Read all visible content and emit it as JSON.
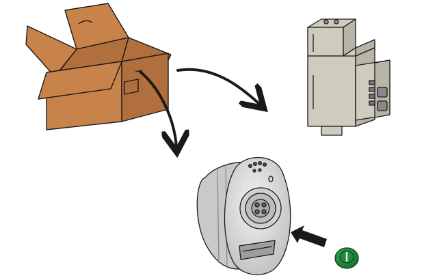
{
  "figure": {
    "items": [
      {
        "key": "box",
        "icon": "cardboard-box-icon"
      },
      {
        "key": "module",
        "icon": "din-rail-module-icon"
      },
      {
        "key": "sensor",
        "icon": "sensor-head-icon"
      },
      {
        "key": "cap",
        "icon": "green-cap-icon"
      }
    ],
    "colors": {
      "box": "#c8834a",
      "box_shade": "#b06f3c",
      "module": "#cfccbf",
      "module_shade": "#b8b4a6",
      "sensor": "#d6d6d6",
      "sensor_shade": "#a8a8a8",
      "cap": "#1e8a3e",
      "line": "#1a1a1a"
    }
  }
}
